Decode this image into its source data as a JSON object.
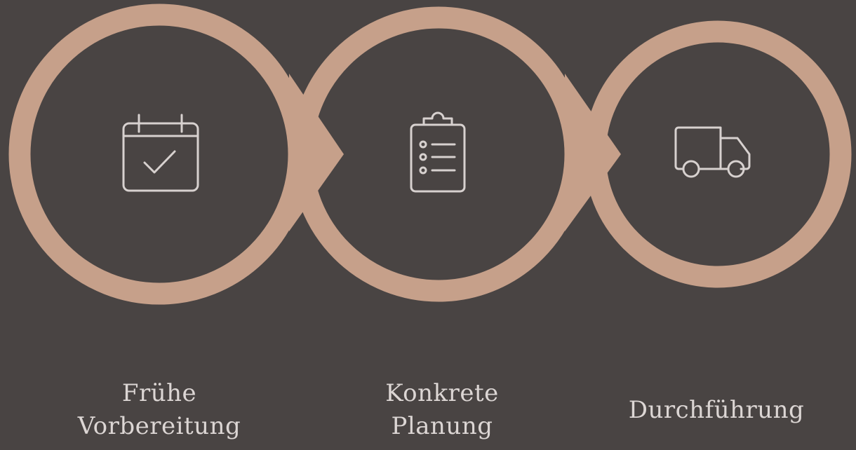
{
  "colors": {
    "background": "#494443",
    "ring": "#c6a08a",
    "icon_stroke": "#d7d1cf",
    "label_text": "#dcd6d4"
  },
  "steps": [
    {
      "label": "Frühe\nVorbereitung",
      "icon": "calendar-check-icon"
    },
    {
      "label": "Konkrete\nPlanung",
      "icon": "clipboard-list-icon"
    },
    {
      "label": "Durchführung",
      "icon": "truck-icon"
    }
  ]
}
